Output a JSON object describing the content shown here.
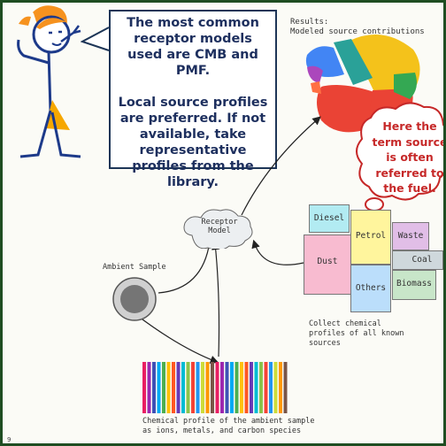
{
  "speech": {
    "line1": "The most common receptor models used are CMB and PMF.",
    "line2": "Local source profiles are preferred. If not available, take representative profiles from the library."
  },
  "results": {
    "title": "Results:",
    "subtitle": "Modeled source contributions"
  },
  "callout": "Here the term source is often referred to the fuel.",
  "receptor_model": "Receptor Model",
  "ambient_sample": "Ambient Sample",
  "sources": {
    "diesel": "Diesel",
    "petrol": "Petrol",
    "waste": "Waste",
    "dust": "Dust",
    "coal": "Coal",
    "others": "Others",
    "biomass": "Biomass"
  },
  "collect_label": "Collect chemical profiles of all known sources",
  "chemical_profile_label": "Chemical profile of the ambient sample as ions, metals, and carbon species",
  "page_number": "9",
  "colors": {
    "speech_border": "#1d3557",
    "callout_text": "#c62828",
    "pie": [
      "#f4c21b",
      "#ea4335",
      "#4285f4",
      "#34a853",
      "#ab47bc",
      "#2aa198",
      "#ff7043",
      "#9e9e9e"
    ]
  }
}
